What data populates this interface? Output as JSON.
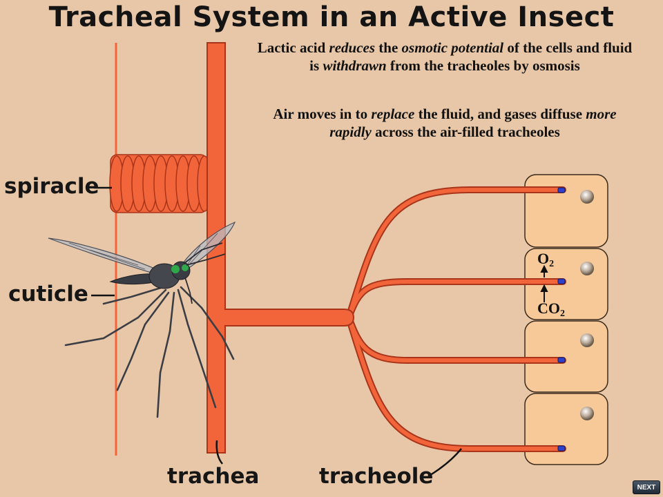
{
  "title": "Tracheal System in an Active Insect",
  "text_blocks": [
    {
      "parts": [
        {
          "t": "Lactic acid ",
          "i": false
        },
        {
          "t": "reduces",
          "i": true
        },
        {
          "t": " the ",
          "i": false
        },
        {
          "t": "osmotic potential",
          "i": true
        },
        {
          "t": " of the cells and fluid is ",
          "i": false
        },
        {
          "t": "withdrawn",
          "i": true
        },
        {
          "t": " from the tracheoles by osmosis",
          "i": false
        }
      ]
    },
    {
      "parts": [
        {
          "t": "Air moves in to ",
          "i": false
        },
        {
          "t": "replace",
          "i": true
        },
        {
          "t": " the fluid, and gases diffuse ",
          "i": false
        },
        {
          "t": "more rapidly",
          "i": true
        },
        {
          "t": " across the air-filled tracheoles",
          "i": false
        }
      ]
    }
  ],
  "labels": {
    "spiracle": "spiracle",
    "cuticle": "cuticle",
    "trachea": "trachea",
    "tracheole": "tracheole"
  },
  "gas": {
    "o2_base": "O",
    "o2_sub": "2",
    "co2_base": "CO",
    "co2_sub": "2"
  },
  "nav": {
    "next_label": "NEXT"
  },
  "colors": {
    "background": "#e8c7a8",
    "trachea": "#f2653a",
    "trachea_outline": "#a8341a",
    "cell": "#f7c898",
    "cell_outline": "#3a2a1a",
    "tracheole_tip": "#3040c8"
  }
}
